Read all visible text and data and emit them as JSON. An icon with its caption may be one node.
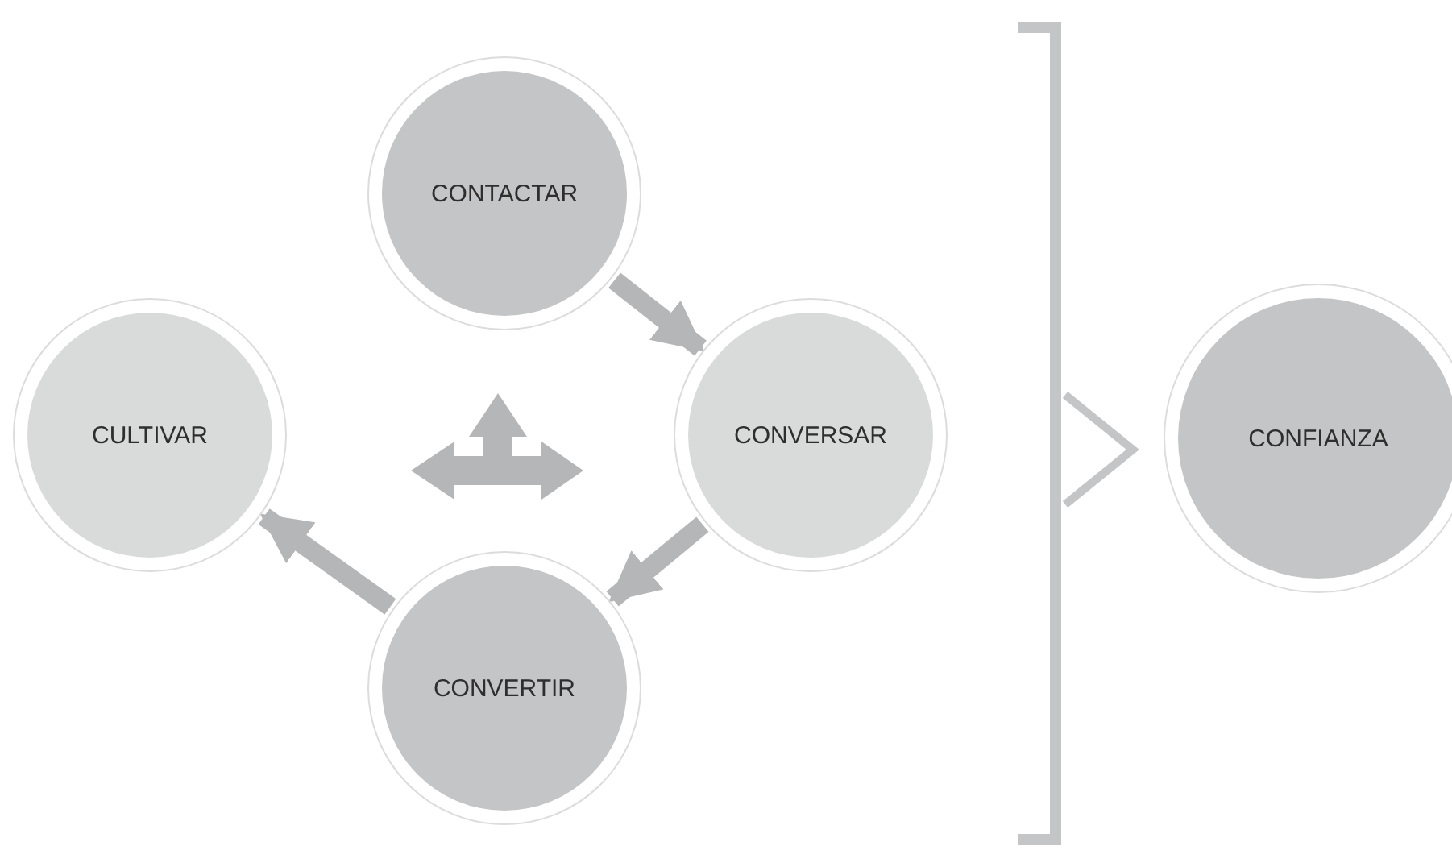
{
  "diagram": {
    "nodes": [
      {
        "text": [
          "CONTACTAR"
        ]
      },
      {
        "text": [
          "CULTIVAR"
        ]
      },
      {
        "text": [
          "CONVERSAR"
        ]
      },
      {
        "text": [
          "CONVERTIR"
        ]
      },
      {
        "text": [
          "CONFIANZA"
        ]
      }
    ],
    "edges": [
      {
        "from": 0,
        "to": 2,
        "arrow": "to"
      },
      {
        "from": 2,
        "to": 3,
        "arrow": "to"
      },
      {
        "from": 3,
        "to": 1,
        "arrow": "to"
      }
    ]
  }
}
